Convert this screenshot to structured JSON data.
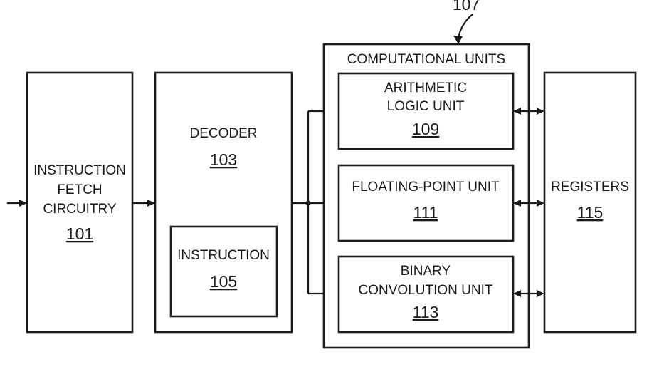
{
  "figure_ref": "107",
  "blocks": {
    "fetch": {
      "lines": [
        "INSTRUCTION",
        "FETCH",
        "CIRCUITRY"
      ],
      "number": "101"
    },
    "decoder": {
      "lines": [
        "DECODER"
      ],
      "number": "103"
    },
    "instruction": {
      "lines": [
        "INSTRUCTION"
      ],
      "number": "105"
    },
    "computational": {
      "title": "COMPUTATIONAL UNITS"
    },
    "alu": {
      "lines": [
        "ARITHMETIC",
        "LOGIC UNIT"
      ],
      "number": "109"
    },
    "fpu": {
      "lines": [
        "FLOATING-POINT UNIT"
      ],
      "number": "111"
    },
    "bcu": {
      "lines": [
        "BINARY",
        "CONVOLUTION UNIT"
      ],
      "number": "113"
    },
    "registers": {
      "lines": [
        "REGISTERS"
      ],
      "number": "115"
    }
  }
}
